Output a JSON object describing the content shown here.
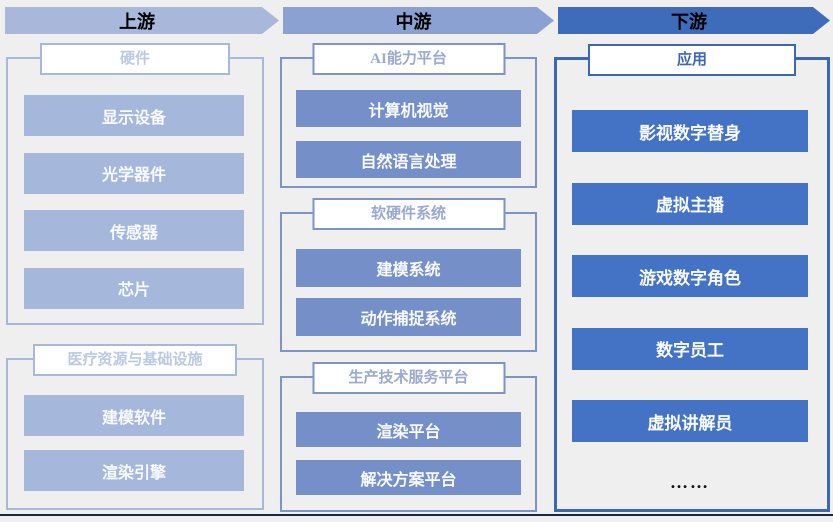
{
  "diagram": {
    "background": "#efeff0",
    "bottom_rule_color": "#1b2742"
  },
  "header": {
    "arrows": [
      {
        "label": "上游",
        "color": "#a8b8da"
      },
      {
        "label": "中游",
        "color": "#8ba1d2"
      },
      {
        "label": "下游",
        "color": "#3f6cba"
      }
    ]
  },
  "columns": [
    {
      "name": "上游",
      "accent": {
        "border": "#a8b8da",
        "item_fill": "#a5b7da",
        "title_text": "#bcc9e2"
      },
      "sections": [
        {
          "title": "硬件",
          "items": [
            "显示设备",
            "光学器件",
            "传感器",
            "芯片"
          ]
        },
        {
          "title": "医疗资源与基础设施",
          "items": [
            "建模软件",
            "渲染引擎"
          ]
        }
      ]
    },
    {
      "name": "中游",
      "accent": {
        "border": "#7c94ca",
        "item_fill": "#7590c8",
        "title_text": "#9ba9d0"
      },
      "sections": [
        {
          "title": "AI能力平台",
          "items": [
            "计算机视觉",
            "自然语言处理"
          ]
        },
        {
          "title": "软硬件系统",
          "items": [
            "建模系统",
            "动作捕捉系统"
          ]
        },
        {
          "title": "生产技术服务平台",
          "items": [
            "渲染平台",
            "解决方案平台"
          ]
        }
      ]
    },
    {
      "name": "下游",
      "accent": {
        "border": "#3c67b3",
        "item_fill": "#4472c4",
        "title_text": "#3c67b3"
      },
      "sections": [
        {
          "title": "应用",
          "items": [
            "影视数字替身",
            "虚拟主播",
            "游戏数字角色",
            "数字员工",
            "虚拟讲解员"
          ]
        }
      ],
      "more_label": "……"
    }
  ]
}
